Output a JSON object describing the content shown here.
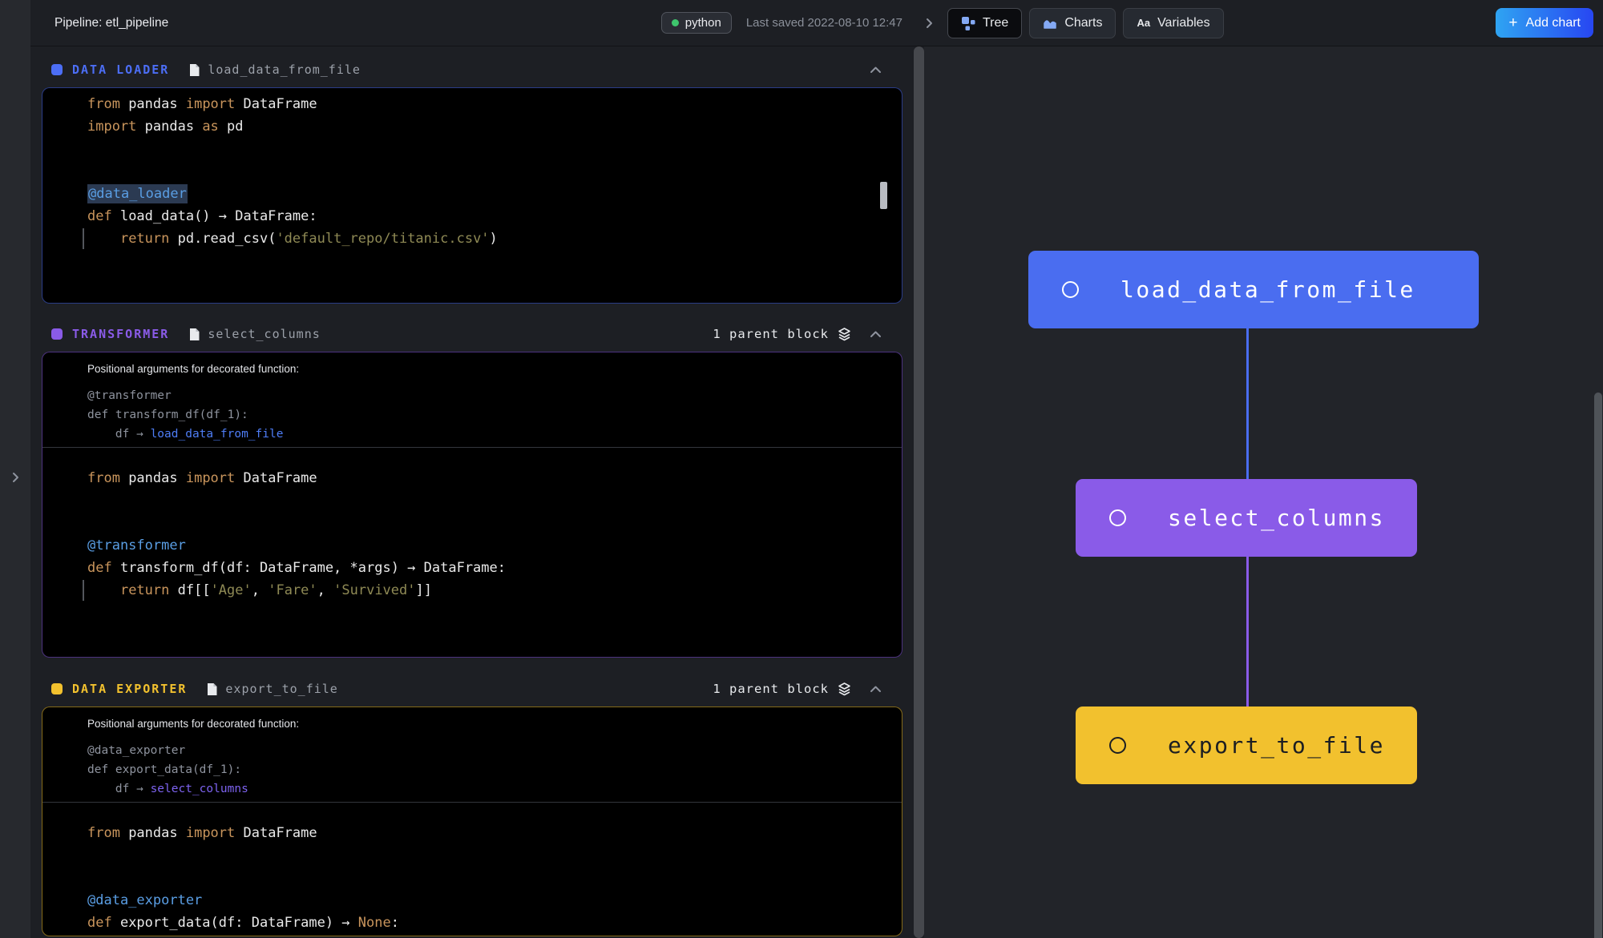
{
  "topbar": {
    "title": "Pipeline: etl_pipeline",
    "language_badge": "python",
    "last_saved": "Last saved 2022-08-10 12:47",
    "tabs": [
      {
        "label": "Tree"
      },
      {
        "label": "Charts"
      },
      {
        "label": "Variables"
      }
    ],
    "variables_icon_glyph": "Aa",
    "add_chart": {
      "plus": "+",
      "label": "Add chart"
    }
  },
  "editor": {
    "info_title": "Positional arguments for decorated function:",
    "blocks": [
      {
        "type_label": "DATA LOADER",
        "filename": "load_data_from_file",
        "accent": "#4C6EF5",
        "code": [
          [
            [
              "kw",
              "from"
            ],
            [
              "def",
              " pandas "
            ],
            [
              "kw",
              "import"
            ],
            [
              "def",
              " DataFrame"
            ]
          ],
          [
            [
              "kw",
              "import"
            ],
            [
              "def",
              " pandas "
            ],
            [
              "kw",
              "as"
            ],
            [
              "def",
              " pd"
            ]
          ],
          [],
          [],
          [
            [
              "dechl",
              "@data_loader"
            ]
          ],
          [
            [
              "kw",
              "def"
            ],
            [
              "def",
              " load_data() → DataFrame:"
            ]
          ],
          [
            [
              "guide",
              ""
            ],
            [
              "def",
              "    "
            ],
            [
              "kw",
              "return"
            ],
            [
              "def",
              " pd.read_csv("
            ],
            [
              "str",
              "'default_repo/titanic.csv'"
            ],
            [
              "def",
              ")"
            ]
          ],
          [],
          []
        ]
      },
      {
        "type_label": "TRANSFORMER",
        "filename": "select_columns",
        "accent": "#8A5BE8",
        "parent_label": "1 parent block",
        "info_lines": [
          [
            [
              "gray",
              "@transformer"
            ]
          ],
          [
            [
              "gray",
              "def transform_df(df_1):"
            ]
          ],
          [
            [
              "gray",
              "    df → "
            ],
            [
              "linkblue",
              "load_data_from_file"
            ]
          ]
        ],
        "code": [
          [
            [
              "kw",
              "from"
            ],
            [
              "def",
              " pandas "
            ],
            [
              "kw",
              "import"
            ],
            [
              "def",
              " DataFrame"
            ]
          ],
          [],
          [],
          [
            [
              "dec",
              "@transformer"
            ]
          ],
          [
            [
              "kw",
              "def"
            ],
            [
              "def",
              " transform_df(df: DataFrame, *args) → DataFrame:"
            ]
          ],
          [
            [
              "guide",
              ""
            ],
            [
              "def",
              "    "
            ],
            [
              "kw",
              "return"
            ],
            [
              "def",
              " df[["
            ],
            [
              "str",
              "'Age'"
            ],
            [
              "def",
              ", "
            ],
            [
              "str",
              "'Fare'"
            ],
            [
              "def",
              ", "
            ],
            [
              "str",
              "'Survived'"
            ],
            [
              "def",
              "]]"
            ]
          ],
          [],
          []
        ]
      },
      {
        "type_label": "DATA EXPORTER",
        "filename": "export_to_file",
        "accent": "#F2C12E",
        "parent_label": "1 parent block",
        "info_lines": [
          [
            [
              "gray",
              "@data_exporter"
            ]
          ],
          [
            [
              "gray",
              "def export_data(df_1):"
            ]
          ],
          [
            [
              "gray",
              "    df → "
            ],
            [
              "linkpurple",
              "select_columns"
            ]
          ]
        ],
        "code": [
          [
            [
              "kw",
              "from"
            ],
            [
              "def",
              " pandas "
            ],
            [
              "kw",
              "import"
            ],
            [
              "def",
              " DataFrame"
            ]
          ],
          [],
          [],
          [
            [
              "dec",
              "@data_exporter"
            ]
          ],
          [
            [
              "kw",
              "def"
            ],
            [
              "def",
              " export_data(df: DataFrame) → "
            ],
            [
              "kw",
              "None"
            ],
            [
              "def",
              ":"
            ]
          ]
        ]
      }
    ]
  },
  "tree": {
    "nodes": [
      {
        "label": "load_data_from_file",
        "color": "#4A6DF0",
        "text": "#FFFFFF"
      },
      {
        "label": "select_columns",
        "color": "#8A5BE8",
        "text": "#FFFFFF"
      },
      {
        "label": "export_to_file",
        "color": "#F2C12E",
        "text": "#1C1E22"
      }
    ],
    "edges": [
      {
        "color": "#4A6DF0"
      },
      {
        "color": "#8A5BE8"
      }
    ]
  }
}
